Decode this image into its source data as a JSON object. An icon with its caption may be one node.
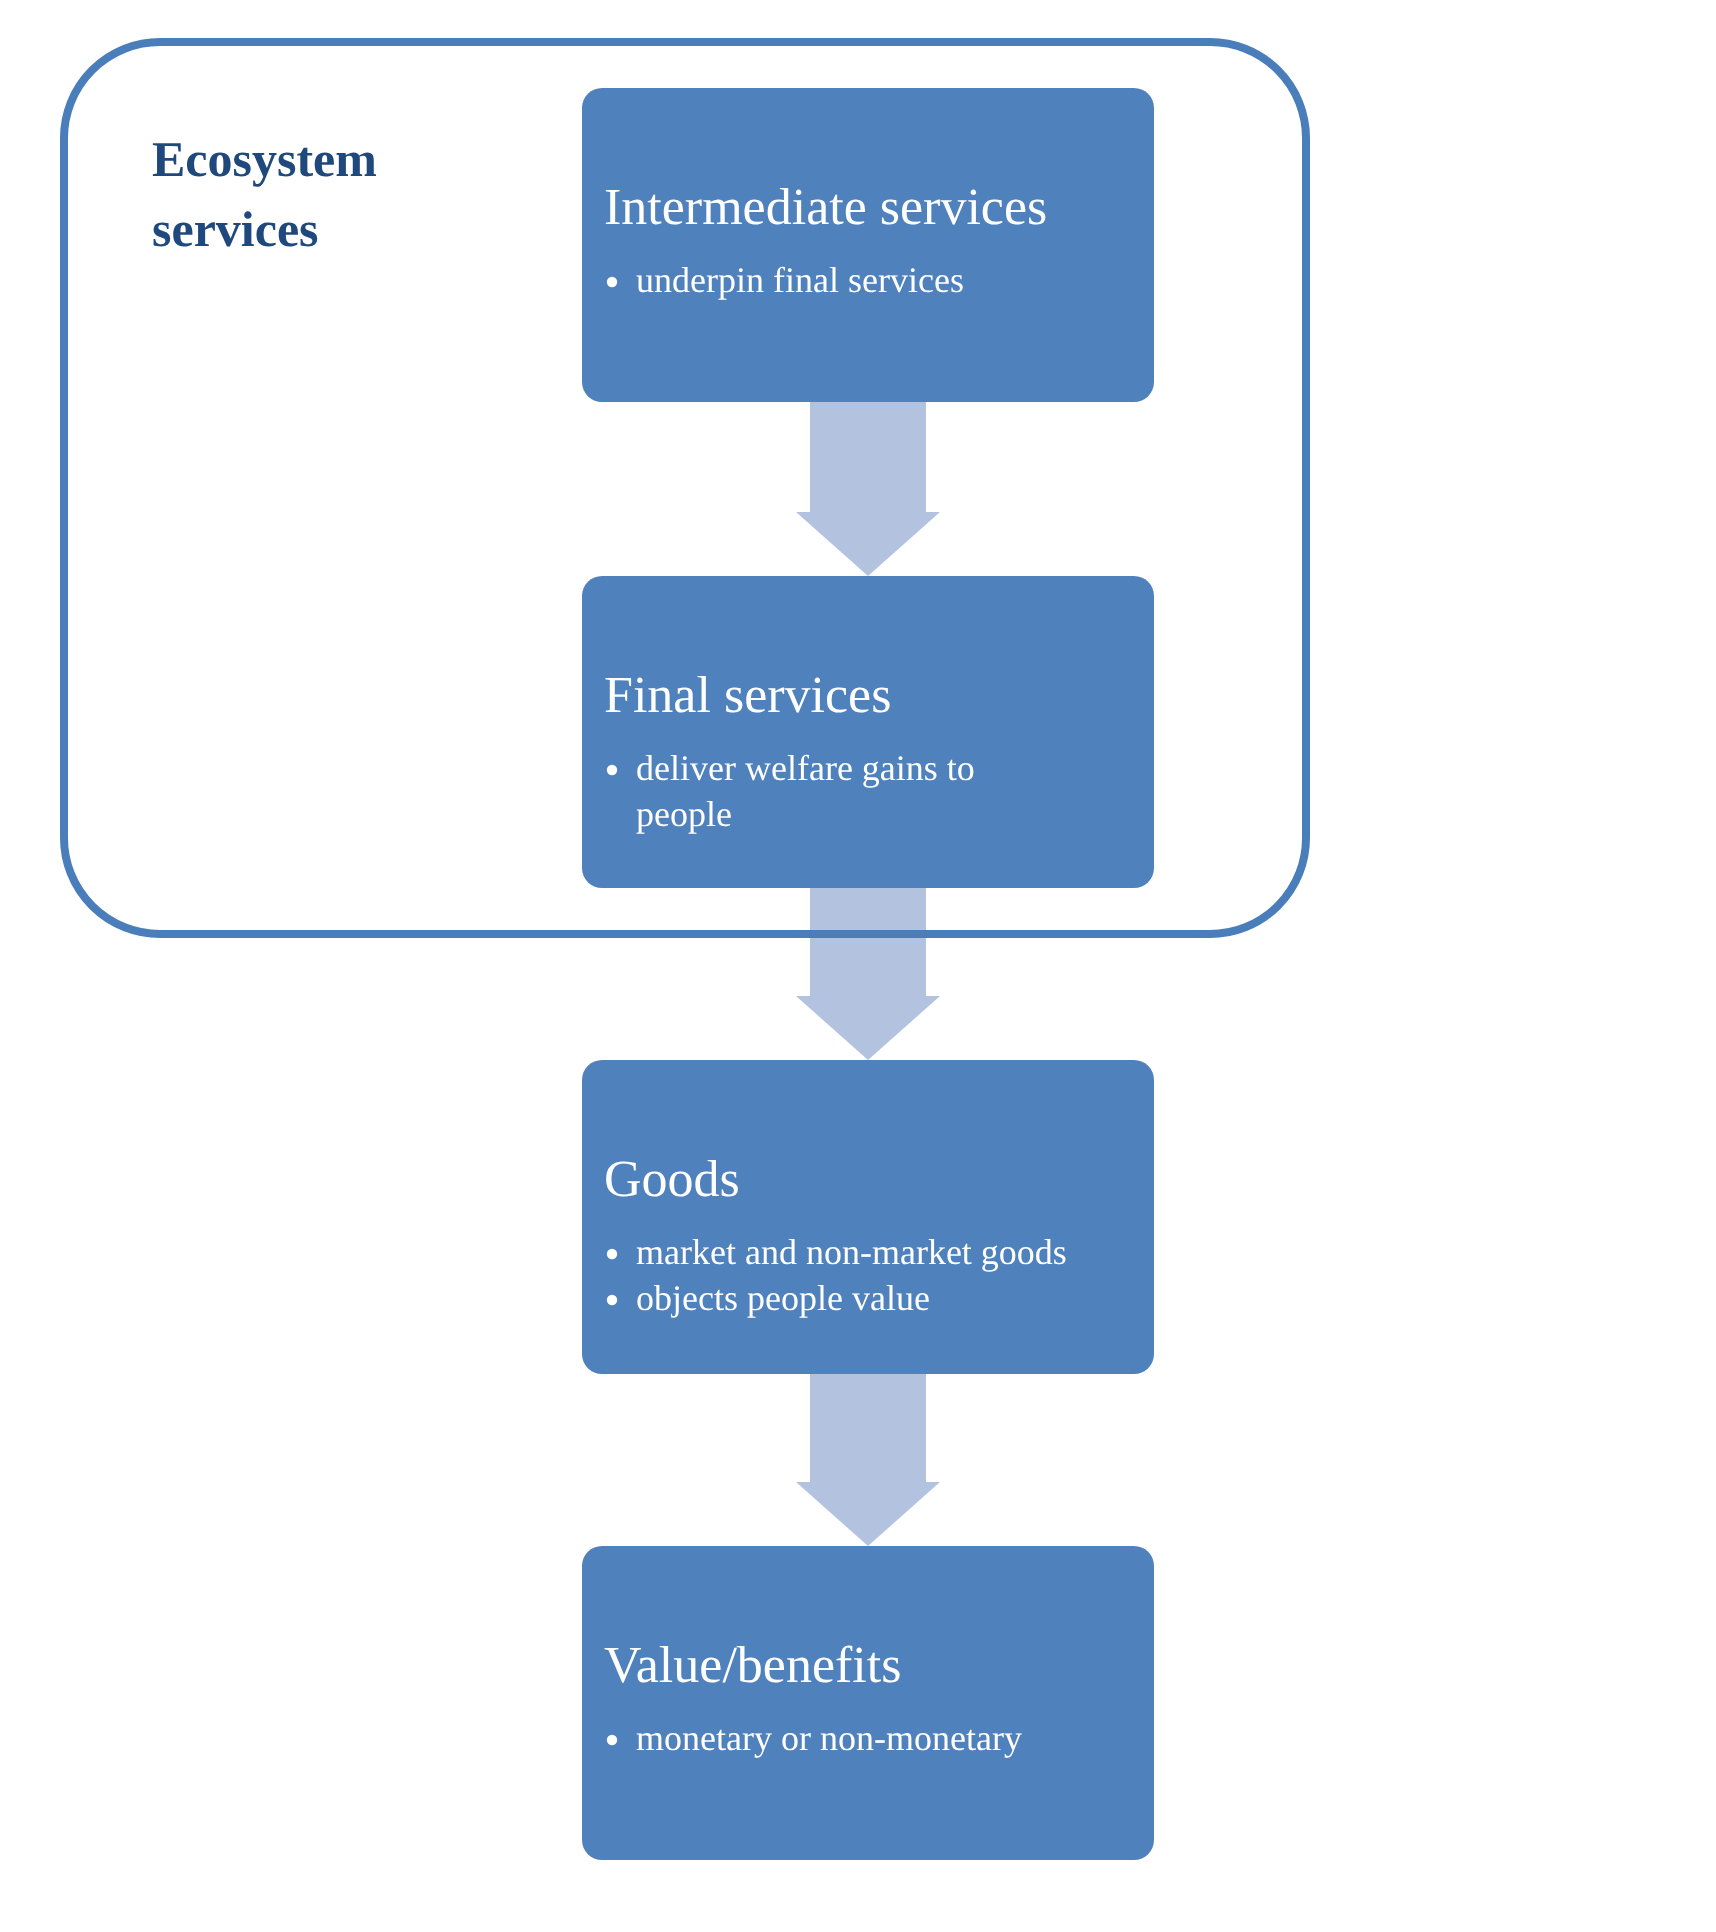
{
  "diagram": {
    "nodes": [
      {
        "text": [
          "Ecosystem services"
        ]
      },
      {
        "text": [
          "Intermediate services",
          "underpin final services"
        ],
        "in": 0
      },
      {
        "text": [
          "Final services",
          "deliver welfare gains to people"
        ],
        "in": 0
      },
      {
        "text": [
          "Goods",
          "market and non-market goods",
          "objects people value"
        ]
      },
      {
        "text": [
          "Value/benefits",
          "monetary or non-monetary"
        ]
      }
    ],
    "edges": [
      {
        "from": 1,
        "to": 2,
        "arrow": "to"
      },
      {
        "from": 2,
        "to": 3,
        "arrow": "to"
      },
      {
        "from": 3,
        "to": 4,
        "arrow": "to"
      }
    ]
  }
}
